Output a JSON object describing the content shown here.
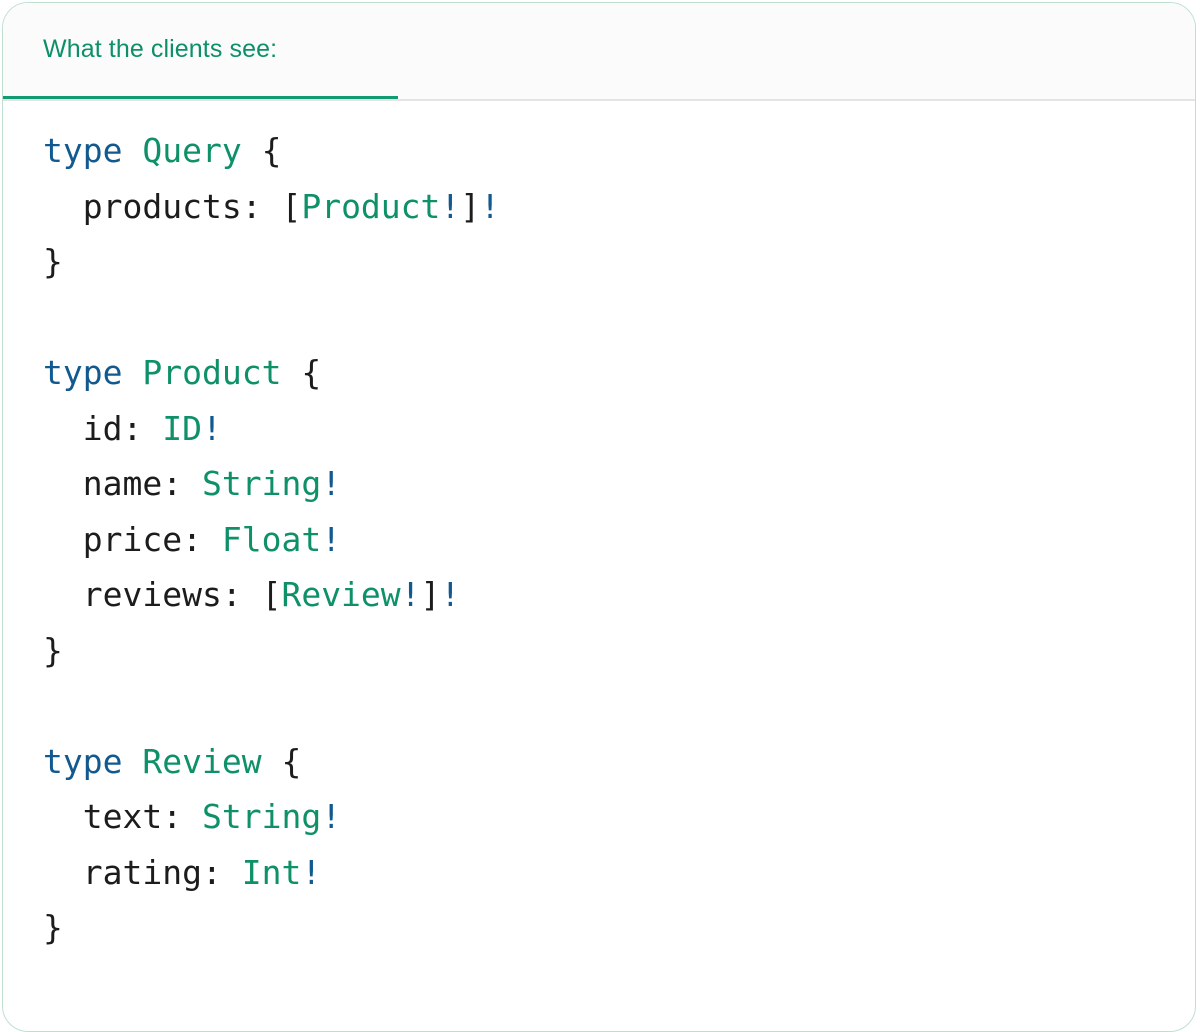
{
  "card": {
    "border_color": "#bfe0d1",
    "background": "#ffffff"
  },
  "header": {
    "tab_label": "What the clients see:",
    "tab_active": true,
    "accent_color": "#129a73",
    "label_color": "#0d9069",
    "background": "#fbfbfb",
    "divider_color": "#e4e4e4"
  },
  "code": {
    "language": "graphql",
    "colors": {
      "keyword": "#11598f",
      "typename": "#0e9069",
      "field": "#1c1c1c",
      "punctuation": "#1c1c1c",
      "non_null_bang": "#11598f"
    },
    "lines": [
      {
        "id": "line-1",
        "tokens": [
          {
            "t": "type",
            "c": "keyword"
          },
          {
            "t": " ",
            "c": "punct"
          },
          {
            "t": "Query",
            "c": "typename"
          },
          {
            "t": " ",
            "c": "punct"
          },
          {
            "t": "{",
            "c": "punct"
          }
        ]
      },
      {
        "id": "line-2",
        "tokens": [
          {
            "t": "  ",
            "c": "punct"
          },
          {
            "t": "products",
            "c": "field"
          },
          {
            "t": ": ",
            "c": "punct"
          },
          {
            "t": "[",
            "c": "punct"
          },
          {
            "t": "Product",
            "c": "typename"
          },
          {
            "t": "!",
            "c": "bang"
          },
          {
            "t": "]",
            "c": "punct"
          },
          {
            "t": "!",
            "c": "bang"
          }
        ]
      },
      {
        "id": "line-3",
        "tokens": [
          {
            "t": "}",
            "c": "punct"
          }
        ]
      },
      {
        "id": "line-4",
        "tokens": []
      },
      {
        "id": "line-5",
        "tokens": [
          {
            "t": "type",
            "c": "keyword"
          },
          {
            "t": " ",
            "c": "punct"
          },
          {
            "t": "Product",
            "c": "typename"
          },
          {
            "t": " ",
            "c": "punct"
          },
          {
            "t": "{",
            "c": "punct"
          }
        ]
      },
      {
        "id": "line-6",
        "tokens": [
          {
            "t": "  ",
            "c": "punct"
          },
          {
            "t": "id",
            "c": "field"
          },
          {
            "t": ": ",
            "c": "punct"
          },
          {
            "t": "ID",
            "c": "typename"
          },
          {
            "t": "!",
            "c": "bang"
          }
        ]
      },
      {
        "id": "line-7",
        "tokens": [
          {
            "t": "  ",
            "c": "punct"
          },
          {
            "t": "name",
            "c": "field"
          },
          {
            "t": ": ",
            "c": "punct"
          },
          {
            "t": "String",
            "c": "typename"
          },
          {
            "t": "!",
            "c": "bang"
          }
        ]
      },
      {
        "id": "line-8",
        "tokens": [
          {
            "t": "  ",
            "c": "punct"
          },
          {
            "t": "price",
            "c": "field"
          },
          {
            "t": ": ",
            "c": "punct"
          },
          {
            "t": "Float",
            "c": "typename"
          },
          {
            "t": "!",
            "c": "bang"
          }
        ]
      },
      {
        "id": "line-9",
        "tokens": [
          {
            "t": "  ",
            "c": "punct"
          },
          {
            "t": "reviews",
            "c": "field"
          },
          {
            "t": ": ",
            "c": "punct"
          },
          {
            "t": "[",
            "c": "punct"
          },
          {
            "t": "Review",
            "c": "typename"
          },
          {
            "t": "!",
            "c": "bang"
          },
          {
            "t": "]",
            "c": "punct"
          },
          {
            "t": "!",
            "c": "bang"
          }
        ]
      },
      {
        "id": "line-10",
        "tokens": [
          {
            "t": "}",
            "c": "punct"
          }
        ]
      },
      {
        "id": "line-11",
        "tokens": []
      },
      {
        "id": "line-12",
        "tokens": [
          {
            "t": "type",
            "c": "keyword"
          },
          {
            "t": " ",
            "c": "punct"
          },
          {
            "t": "Review",
            "c": "typename"
          },
          {
            "t": " ",
            "c": "punct"
          },
          {
            "t": "{",
            "c": "punct"
          }
        ]
      },
      {
        "id": "line-13",
        "tokens": [
          {
            "t": "  ",
            "c": "punct"
          },
          {
            "t": "text",
            "c": "field"
          },
          {
            "t": ": ",
            "c": "punct"
          },
          {
            "t": "String",
            "c": "typename"
          },
          {
            "t": "!",
            "c": "bang"
          }
        ]
      },
      {
        "id": "line-14",
        "tokens": [
          {
            "t": "  ",
            "c": "punct"
          },
          {
            "t": "rating",
            "c": "field"
          },
          {
            "t": ": ",
            "c": "punct"
          },
          {
            "t": "Int",
            "c": "typename"
          },
          {
            "t": "!",
            "c": "bang"
          }
        ]
      },
      {
        "id": "line-15",
        "tokens": [
          {
            "t": "}",
            "c": "punct"
          }
        ]
      }
    ]
  }
}
